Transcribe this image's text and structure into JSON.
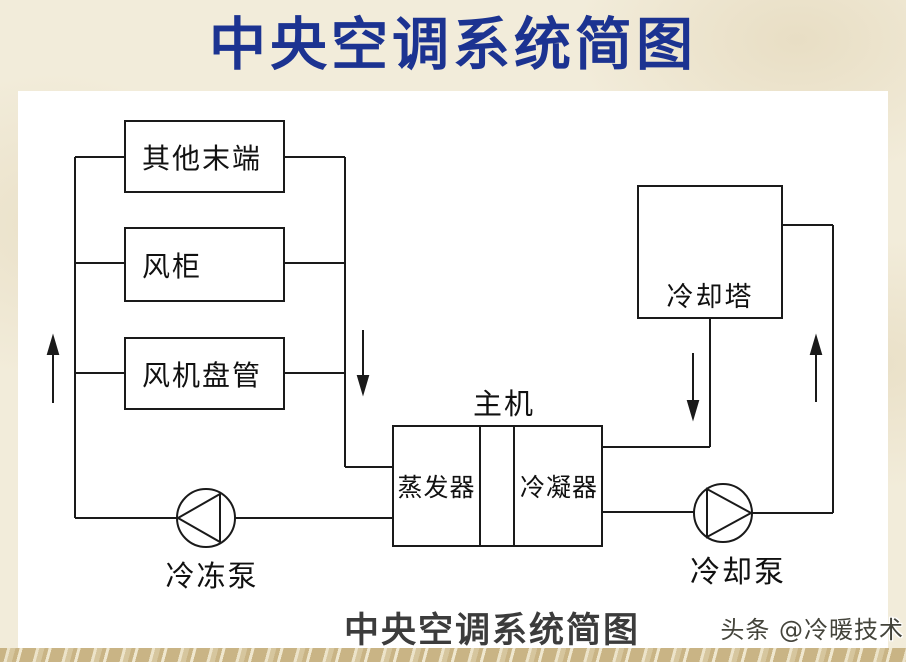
{
  "slide": {
    "title": "中央空调系统简图",
    "caption": "中央空调系统简图",
    "watermark": "头条 @冷暖技术"
  },
  "diagram": {
    "boxes": {
      "other_terminal": "其他末端",
      "air_cabinet": "风柜",
      "fan_coil": "风机盘管",
      "main_unit": "主机",
      "evaporator": "蒸发器",
      "condenser": "冷凝器",
      "cooling_tower": "冷却塔"
    },
    "pumps": {
      "chilled_pump": "冷冻泵",
      "cooling_pump": "冷却泵"
    },
    "colors": {
      "title_blue": "#1c3391",
      "line_black": "#1a1a1a",
      "background_beige": "#f2ecda",
      "strip_tan": "#c9b485",
      "canvas_white": "#ffffff"
    }
  }
}
